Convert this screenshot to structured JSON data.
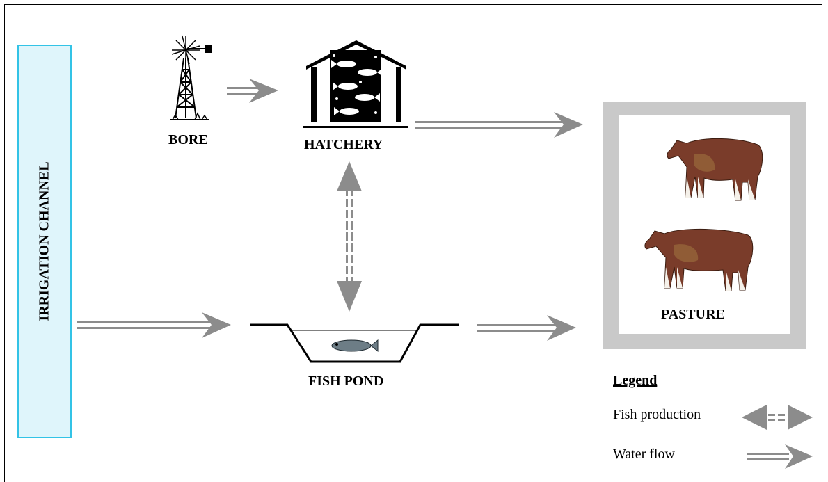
{
  "channel": {
    "label": "IRRIGATION CHANNEL"
  },
  "bore": {
    "label": "BORE"
  },
  "hatchery": {
    "label": "HATCHERY"
  },
  "fish_pond": {
    "label": "FISH POND"
  },
  "pasture": {
    "label": "PASTURE"
  },
  "legend": {
    "title": "Legend",
    "fish_production": "Fish production",
    "water_flow": "Water flow"
  },
  "colors": {
    "arrow": "#8c8c8c",
    "channel_fill": "#dff5fb",
    "channel_border": "#33c3e6",
    "pasture_border": "#c9c9c9",
    "cow_body": "#7a3c2a",
    "cow_white": "#f5f1ea"
  }
}
